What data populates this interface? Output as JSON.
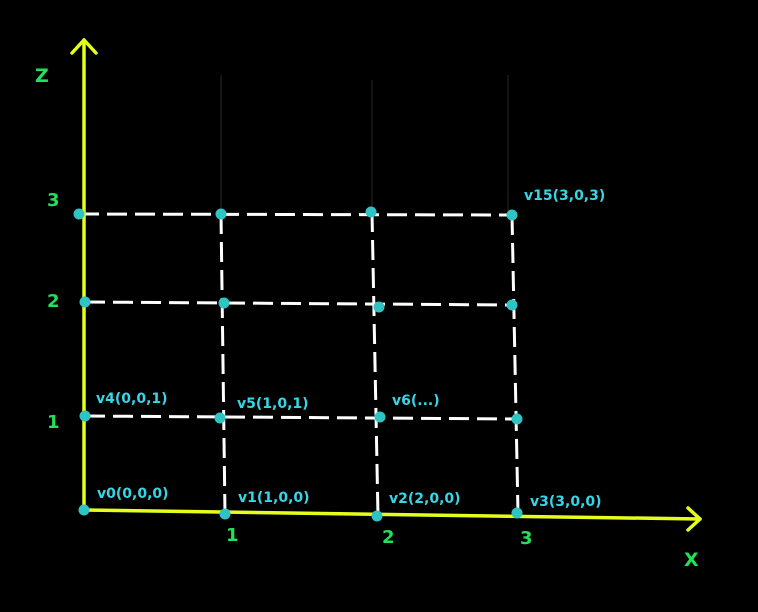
{
  "colors": {
    "background": "#000000",
    "axis": "#e6ff1a",
    "tick_text": "#22e05a",
    "axis_text": "#22e05a",
    "vertex": "#2fc4c4",
    "vertex_text": "#35d6e6",
    "grid": "#ffffff"
  },
  "axes": {
    "x_label": "X",
    "z_label": "Z"
  },
  "x_ticks": [
    "1",
    "2",
    "3"
  ],
  "z_ticks": [
    "1",
    "2",
    "3"
  ],
  "vertex_labels": {
    "v0": "v0(0,0,0)",
    "v1": "v1(1,0,0)",
    "v2": "v2(2,0,0)",
    "v3": "v3(3,0,0)",
    "v4": "v4(0,0,1)",
    "v5": "v5(1,0,1)",
    "v6": "v6(...)",
    "v15": "v15(3,0,3)"
  }
}
